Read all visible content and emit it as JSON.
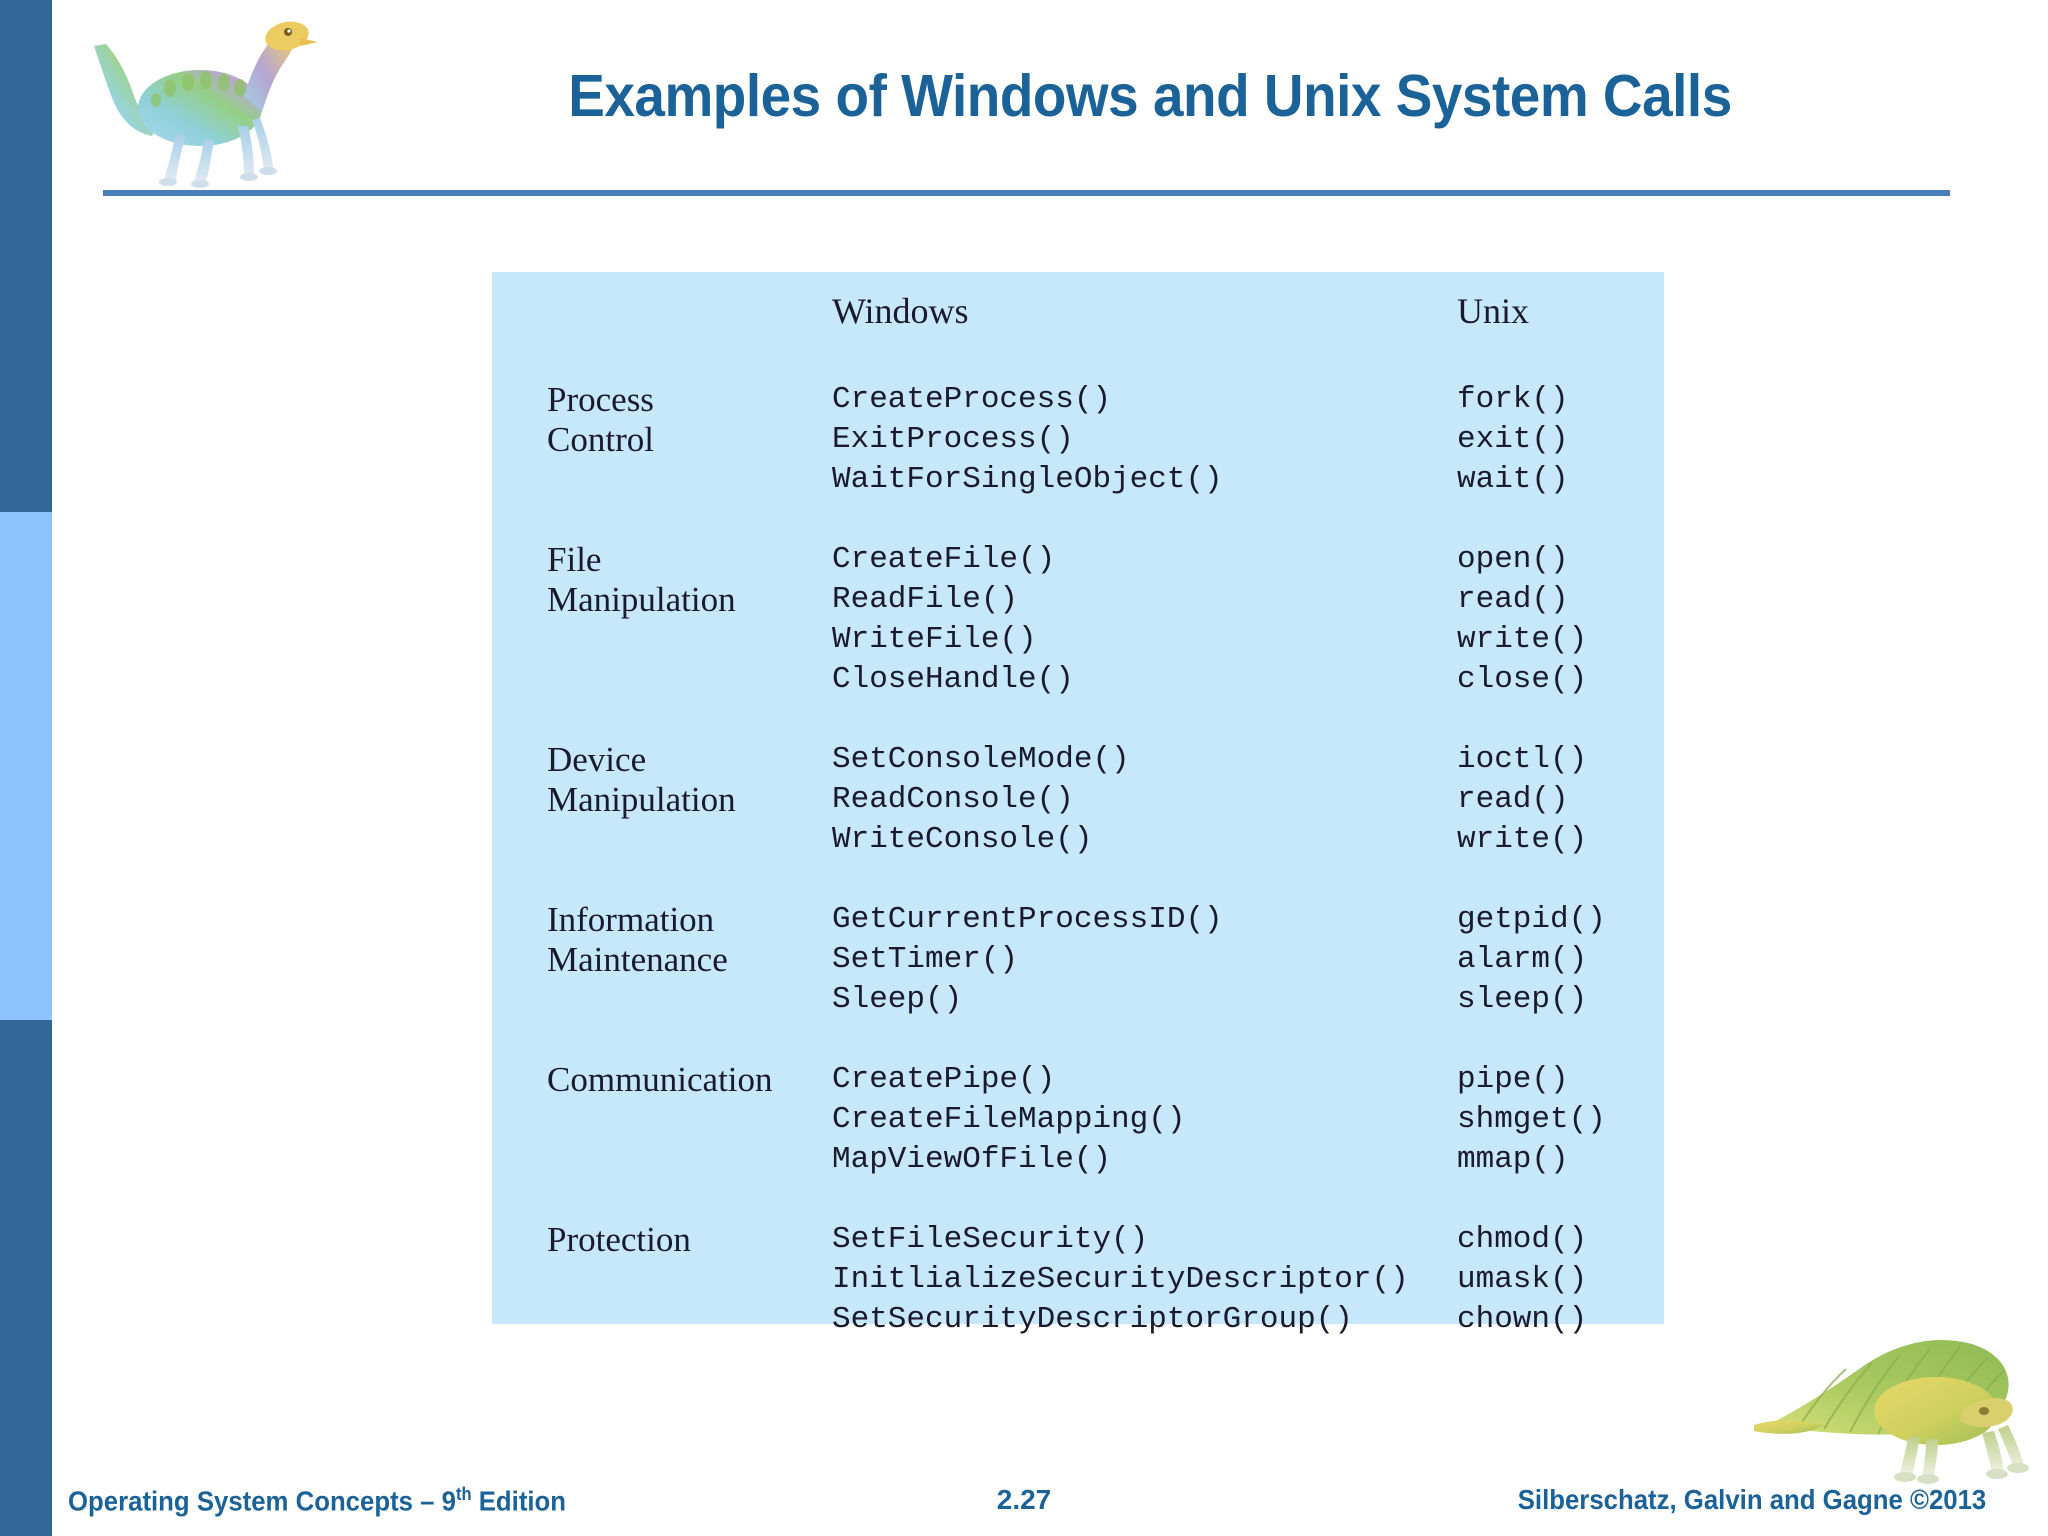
{
  "slide": {
    "title": "Examples of Windows and  Unix System Calls",
    "logo_icon": "dinosaur-logo-icon",
    "bottom_icon": "dimetrodon-dinosaur-icon",
    "accent_color": "#1b6298",
    "rule_color": "#4a7ebb",
    "panel_color": "#c7e7fa",
    "stripe_colors": [
      "#336699",
      "#8ec4fb",
      "#336699"
    ]
  },
  "table": {
    "headers": {
      "category": "",
      "windows": "Windows",
      "unix": "Unix"
    },
    "rows": [
      {
        "category": [
          "Process",
          "Control"
        ],
        "windows": [
          "CreateProcess()",
          "ExitProcess()",
          "WaitForSingleObject()"
        ],
        "unix": [
          "fork()",
          "exit()",
          "wait()"
        ]
      },
      {
        "category": [
          "File",
          "Manipulation"
        ],
        "windows": [
          "CreateFile()",
          "ReadFile()",
          "WriteFile()",
          "CloseHandle()"
        ],
        "unix": [
          "open()",
          "read()",
          "write()",
          "close()"
        ]
      },
      {
        "category": [
          "Device",
          "Manipulation"
        ],
        "windows": [
          "SetConsoleMode()",
          "ReadConsole()",
          "WriteConsole()"
        ],
        "unix": [
          "ioctl()",
          "read()",
          "write()"
        ]
      },
      {
        "category": [
          "Information",
          "Maintenance"
        ],
        "windows": [
          "GetCurrentProcessID()",
          "SetTimer()",
          "Sleep()"
        ],
        "unix": [
          "getpid()",
          "alarm()",
          "sleep()"
        ]
      },
      {
        "category": [
          "Communication"
        ],
        "windows": [
          "CreatePipe()",
          "CreateFileMapping()",
          "MapViewOfFile()"
        ],
        "unix": [
          "pipe()",
          "shmget()",
          "mmap()"
        ]
      },
      {
        "category": [
          "Protection"
        ],
        "windows": [
          "SetFileSecurity()",
          "InitlializeSecurityDescriptor()",
          "SetSecurityDescriptorGroup()"
        ],
        "unix": [
          "chmod()",
          "umask()",
          "chown()"
        ]
      }
    ]
  },
  "footer": {
    "left_prefix": "Operating System Concepts – 9",
    "left_sup": "th",
    "left_suffix": " Edition",
    "page": "2.27",
    "right": "Silberschatz, Galvin and Gagne ©2013"
  }
}
